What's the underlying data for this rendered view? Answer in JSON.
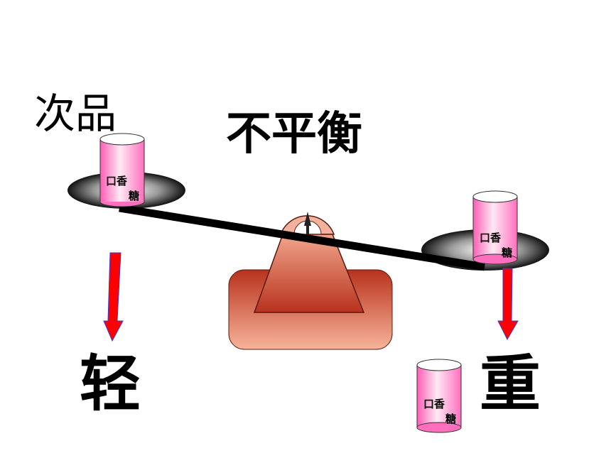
{
  "title": "不平衡",
  "defective_label": "次品",
  "light_label": "轻",
  "heavy_label": "重",
  "can_text_line1": "口香",
  "can_text_line2": "糖",
  "colors": {
    "beam": "#000000",
    "arrow": "#ff0000",
    "base_top": "#b8321d",
    "base_bottom": "#f7b49a",
    "can_top": "#ffffff",
    "can_side": "#ff6fbd"
  }
}
